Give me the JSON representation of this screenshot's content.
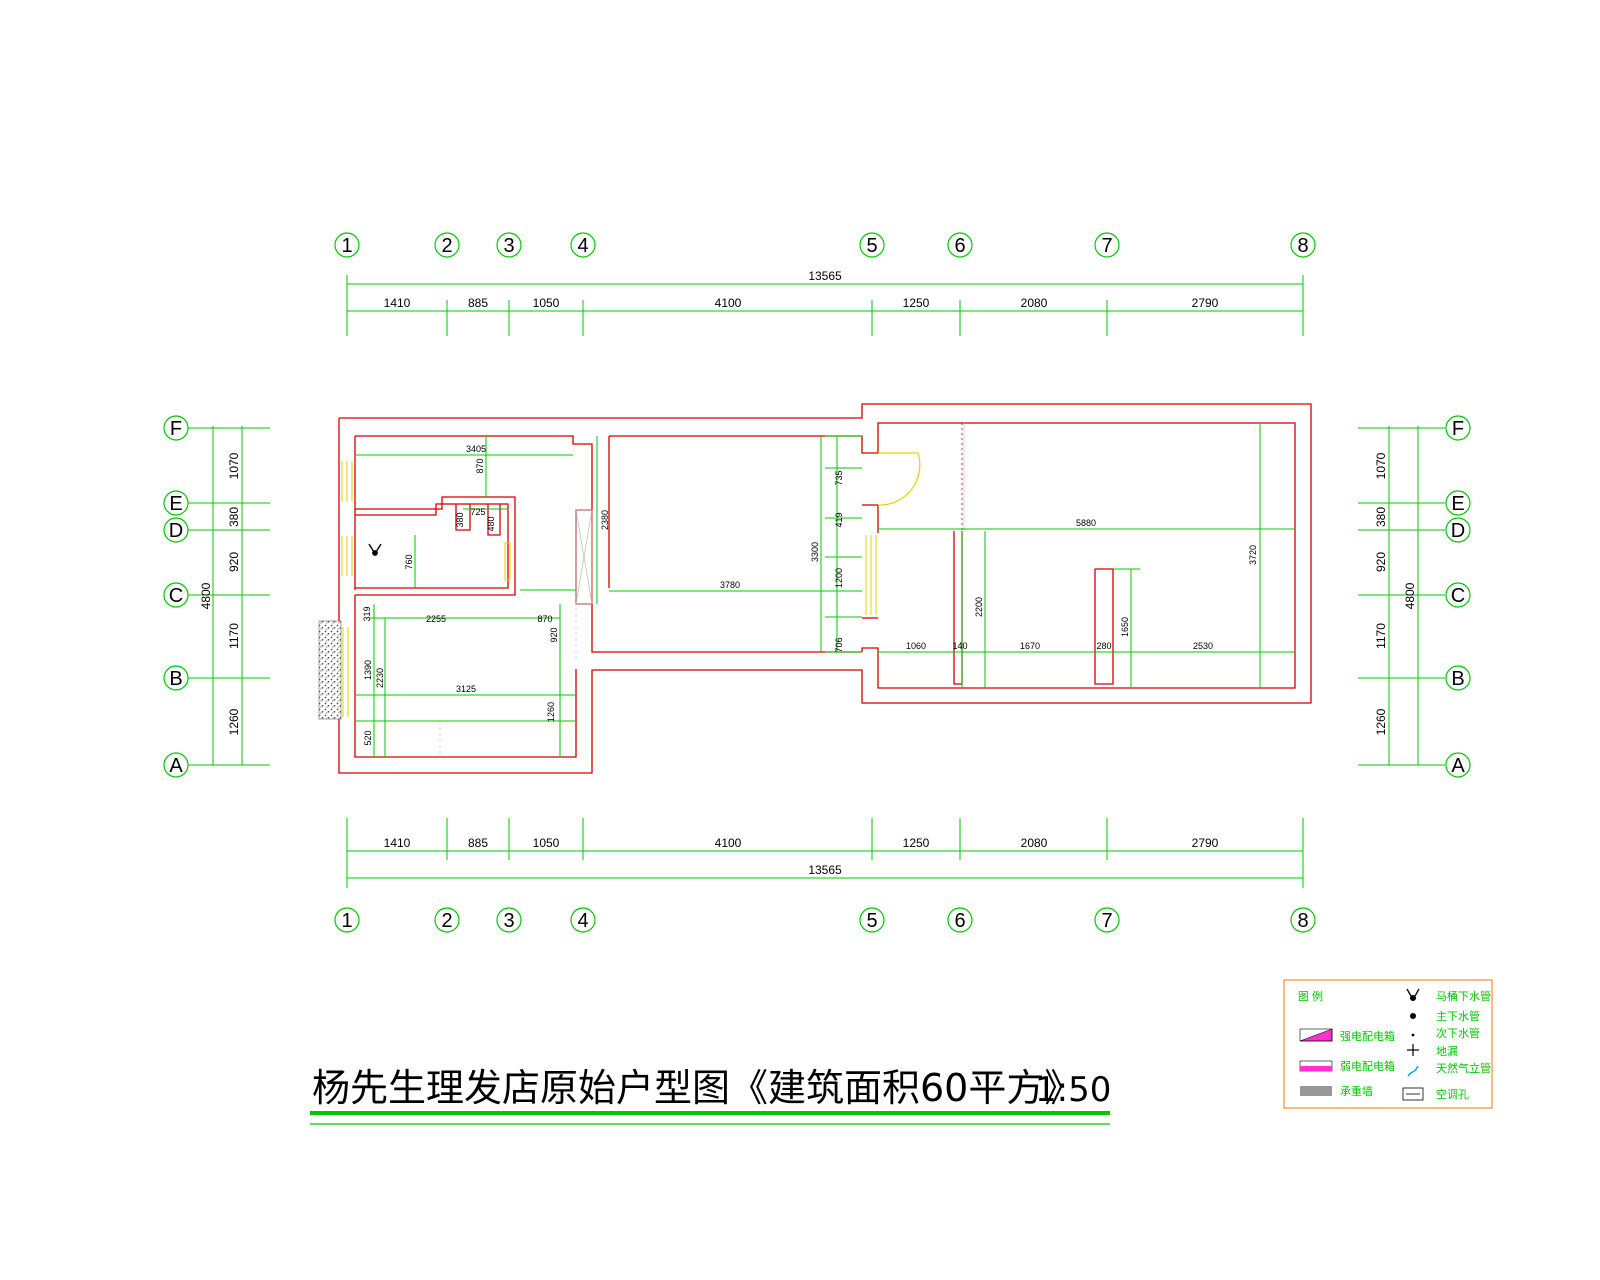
{
  "title": "杨先生理发店原始户型图《建筑面积60平方》",
  "scale": "1:50",
  "colors": {
    "grid": "#00c800",
    "wall": "#d40000",
    "window": "#e6d200",
    "door": "#e6d200",
    "legend_border": "#ff8c32",
    "pink": "#ff33cc"
  },
  "axes_x": [
    "1",
    "2",
    "3",
    "4",
    "5",
    "6",
    "7",
    "8"
  ],
  "axes_y": [
    "F",
    "E",
    "D",
    "C",
    "B",
    "A"
  ],
  "dims_x": [
    "1410",
    "885",
    "1050",
    "4100",
    "1250",
    "2080",
    "2790"
  ],
  "dims_x_total": "13565",
  "dims_y": [
    "1070",
    "380",
    "920",
    "1170",
    "1260"
  ],
  "dims_y_total": "4800",
  "inner_dims": {
    "d3405": "3405",
    "d870a": "870",
    "d380": "380",
    "d725": "725",
    "d480": "480",
    "d760": "760",
    "d2380": "2380",
    "d3780": "3780",
    "d3300": "3300",
    "d735": "735",
    "d419": "419",
    "d1200": "1200",
    "d706": "706",
    "d319": "319",
    "d2255": "2255",
    "d870b": "870",
    "d920": "920",
    "d1390": "1390",
    "d2230": "2230",
    "d3125": "3125",
    "d1260": "1260",
    "d520": "520",
    "d5880": "5880",
    "d3720": "3720",
    "d2200": "2200",
    "d1650": "1650",
    "d1060": "1060",
    "d140": "140",
    "d1670": "1670",
    "d280": "280",
    "d2530": "2530"
  },
  "legend": {
    "heading": "图   例",
    "items": {
      "strong_box": "强电配电箱",
      "weak_box": "弱电配电箱",
      "bearing_wall": "承重墙",
      "toilet_drain": "马桶下水管",
      "main_drain": "主下水管",
      "sub_drain": "次下水管",
      "floor_drain": "地漏",
      "gas_riser": "天然气立管",
      "ac_hole": "空调孔"
    }
  }
}
